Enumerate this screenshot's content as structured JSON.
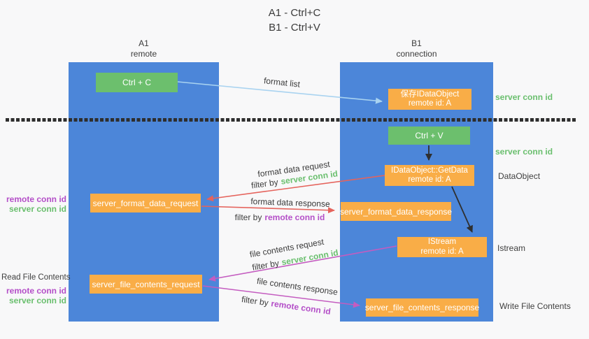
{
  "title": {
    "line1": "A1 - Ctrl+C",
    "line2": "B1 - Ctrl+V"
  },
  "columns": {
    "a1": {
      "name": "A1",
      "role": "remote"
    },
    "b1": {
      "name": "B1",
      "role": "connection"
    }
  },
  "nodes": {
    "ctrl_c": {
      "label": "Ctrl + C"
    },
    "save_idataobject": {
      "line1": "保存IDataObject",
      "line2": "remote id: A"
    },
    "ctrl_v": {
      "label": "Ctrl + V"
    },
    "idataobject_getdata": {
      "line1": "IDataObject::GetData",
      "line2": "remote id: A"
    },
    "server_format_data_request": {
      "label": "server_format_data_request"
    },
    "server_format_data_response": {
      "label": "server_format_data_response"
    },
    "istream": {
      "line1": "IStream",
      "line2": "remote id: A"
    },
    "server_file_contents_request": {
      "label": "server_file_contents_request"
    },
    "server_file_contents_response": {
      "label": "server_file_contents_response"
    }
  },
  "arrow_labels": {
    "format_list": "format list",
    "format_data_request": "format data request",
    "format_data_response": "format data response",
    "file_contents_request": "file contents request",
    "file_contents_response": "file contents response",
    "filter_by": "filter by",
    "server_conn_id": "server conn id",
    "remote_conn_id": "remote conn id"
  },
  "side_labels": {
    "server_conn_id": "server conn id",
    "remote_conn_id": "remote conn id",
    "data_object": "DataObject",
    "istream": "Istream",
    "read_file_contents": "Read File Contents",
    "write_file_contents": "Write File Contents"
  },
  "colors": {
    "bg": "#f8f8f9",
    "lifeline_blue": "#4c86d9",
    "action_green": "#6cbf6d",
    "message_orange": "#f9ad47",
    "server_conn_green": "#6abf6e",
    "remote_conn_purple": "#b44fc8",
    "format_arrow_red": "#e5635c",
    "file_arrow_magenta": "#c45cc0",
    "format_list_arrow_blue": "#a9d3f0",
    "black_arrow": "#2f2f2f",
    "text_dark": "#3b3b3b"
  }
}
